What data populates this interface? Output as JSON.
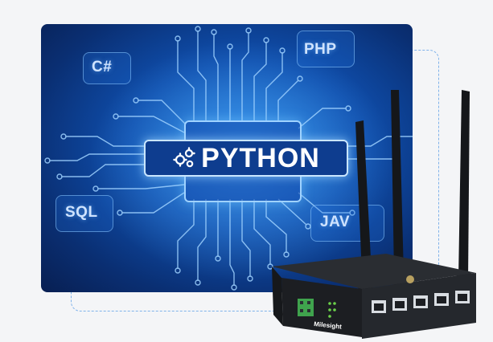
{
  "panel": {
    "main_label": "PYTHON",
    "languages": [
      {
        "id": "csharp",
        "label": "C#"
      },
      {
        "id": "php",
        "label": "PHP"
      },
      {
        "id": "sql",
        "label": "SQL"
      },
      {
        "id": "java",
        "label": "JAV"
      }
    ]
  },
  "router": {
    "brand": "Milesight"
  },
  "colors": {
    "panel_bg": "#0f4fae",
    "circuit_line": "#9fd2ff",
    "dash_frame": "#7fb2ea",
    "router_body": "#1c1e22",
    "led_green": "#6bd14a"
  },
  "icons": [
    "gears-icon"
  ]
}
